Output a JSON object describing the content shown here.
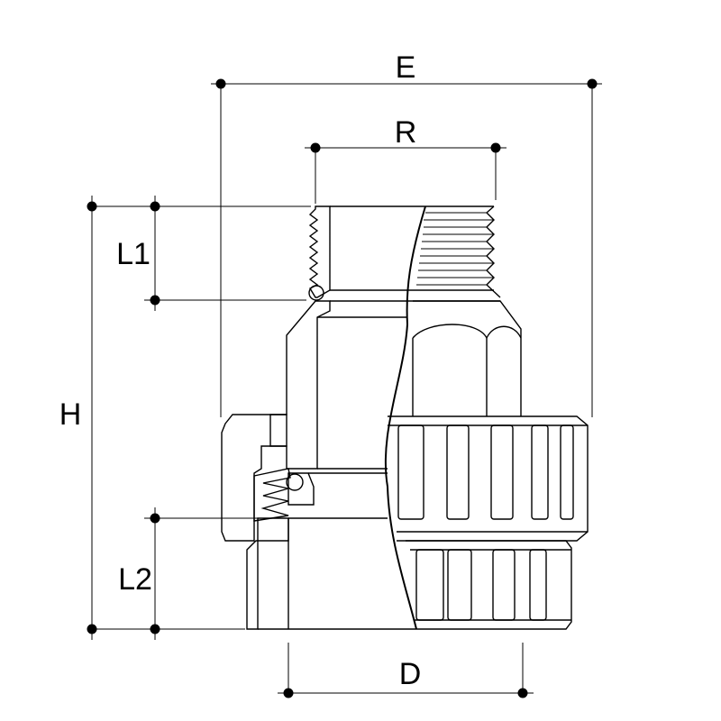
{
  "labels": {
    "E": "E",
    "R": "R",
    "L1": "L1",
    "H": "H",
    "L2": "L2",
    "D": "D"
  }
}
